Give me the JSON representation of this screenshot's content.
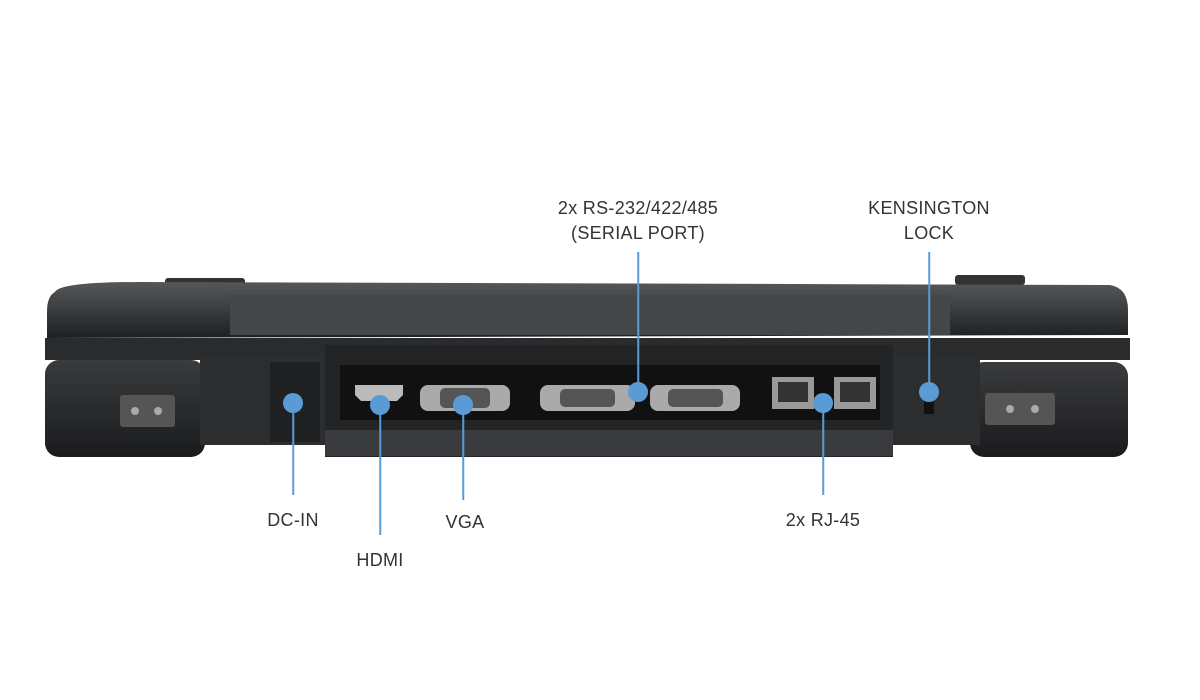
{
  "callouts": {
    "serial": {
      "line1": "2x RS-232/422/485",
      "line2": "(SERIAL PORT)"
    },
    "kensington": {
      "line1": "KENSINGTON",
      "line2": "LOCK"
    },
    "dc_in": "DC-IN",
    "hdmi": "HDMI",
    "vga": "VGA",
    "rj45": "2x RJ-45"
  },
  "colors": {
    "accent": "#5b9bd5",
    "device": "#2b2c2e"
  }
}
